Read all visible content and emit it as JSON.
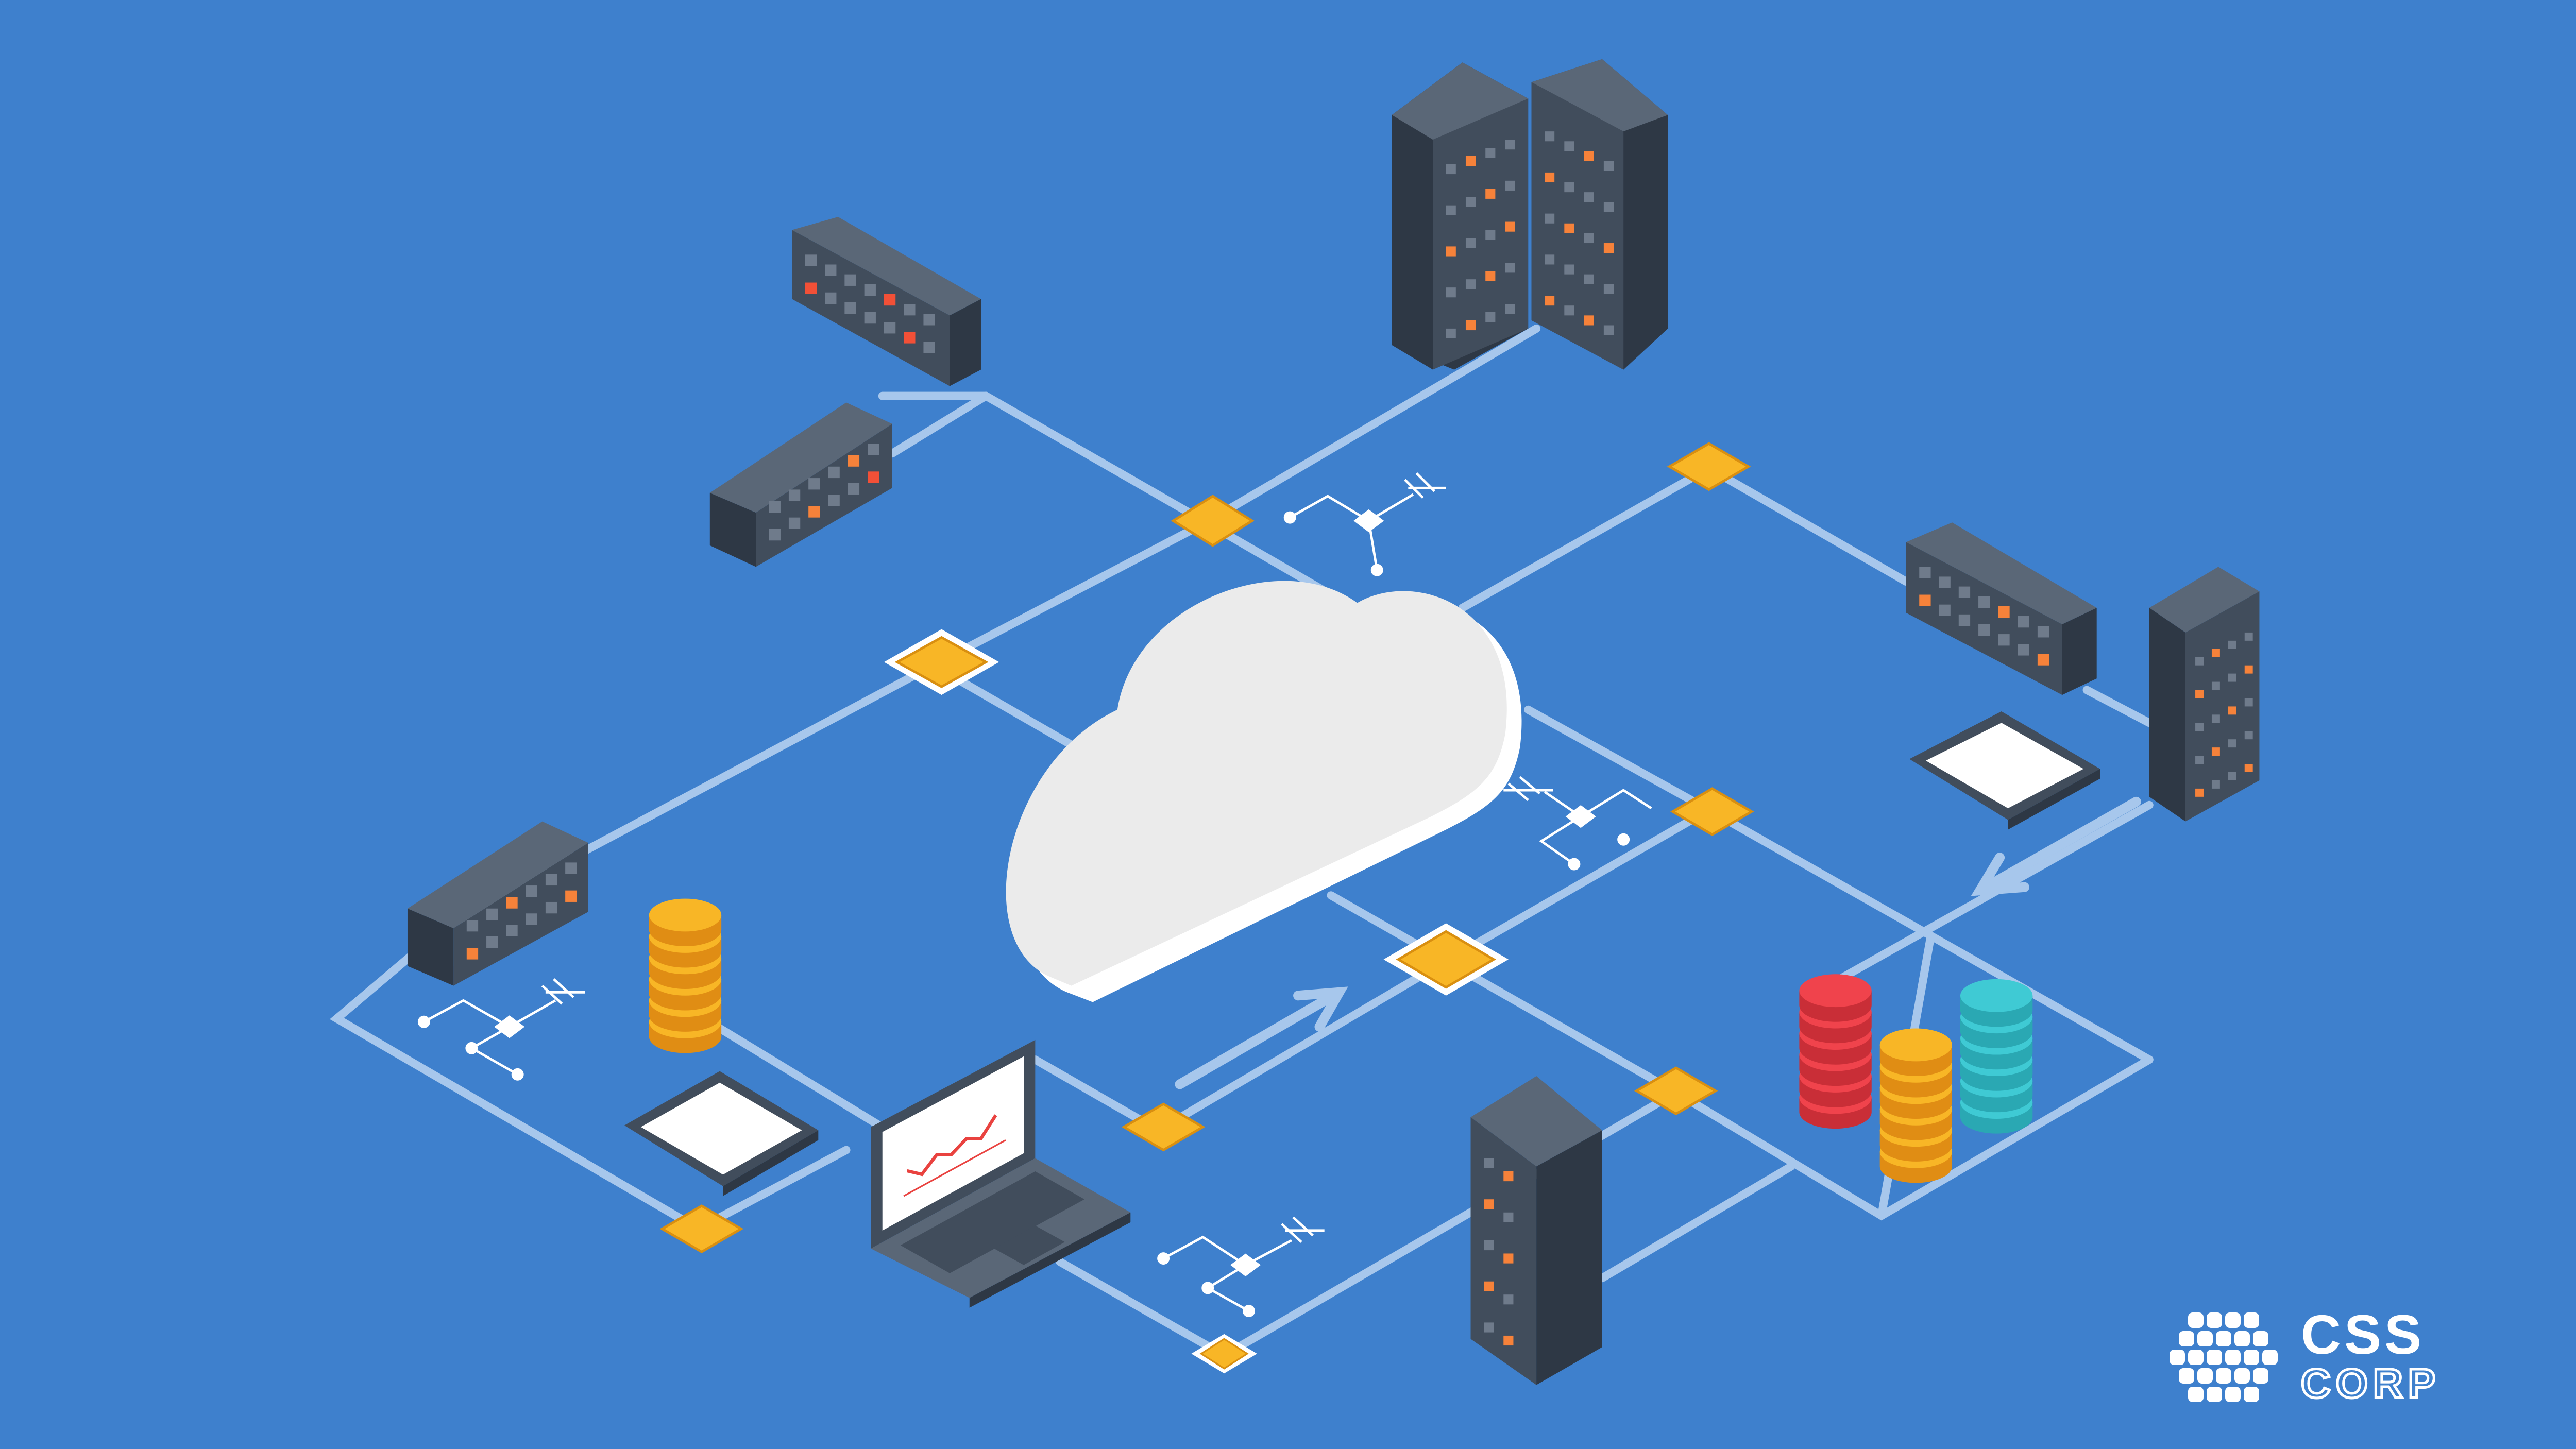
{
  "colors": {
    "background": "#3e80cd",
    "network_line": "#a7c7ec",
    "node_gold": "#f8b626",
    "node_gold_dark": "#d98f10",
    "server_front": "#414d5c",
    "server_side": "#2e3845",
    "server_top": "#5a6777",
    "led_red": "#f25037",
    "led_orange": "#f6823a",
    "led_gray": "#6f7b8b",
    "cloud_face": "#ebebeb",
    "cloud_side": "#ffffff",
    "coin_yellow": "#f8b626",
    "coin_red": "#f0434c",
    "coin_teal": "#3fcad4",
    "chart_line": "#e9423f",
    "logo_white": "#ffffff"
  },
  "icons": {
    "cloud": "cloud-icon",
    "server_rack": "server-rack-icon",
    "server_tower": "server-tower-icon",
    "chip": "chip-icon",
    "database": "database-stack-icon",
    "tablet": "tablet-icon",
    "laptop": "laptop-icon",
    "circuit": "circuit-symbol-icon",
    "arrow": "flow-arrow-icon"
  },
  "logo": {
    "line1": "CSS",
    "line2": "CORP"
  },
  "laptop_chart": {
    "values": [
      2,
      1,
      3,
      2.5,
      4,
      3.5,
      6
    ]
  }
}
